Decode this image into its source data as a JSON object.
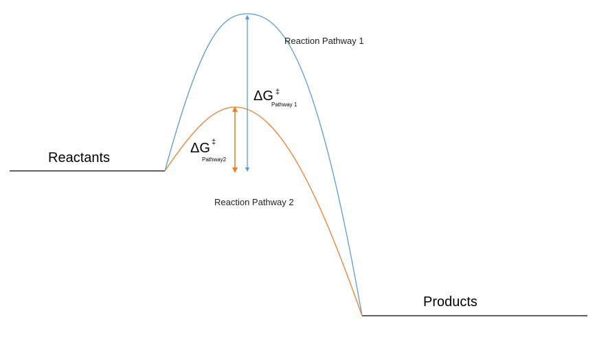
{
  "labels": {
    "reactants": "Reactants",
    "products": "Products",
    "pathway1": "Reaction Pathway 1",
    "pathway2": "Reaction Pathway 2"
  },
  "delta_g": {
    "symbol": "ΔG",
    "superscript": "‡",
    "pathway1_subscript": "Pathway 1",
    "pathway2_subscript": "Pathway2"
  },
  "colors": {
    "baseline": "#000000",
    "pathway1": "#5b9bd5",
    "pathway2": "#ed7d31"
  }
}
